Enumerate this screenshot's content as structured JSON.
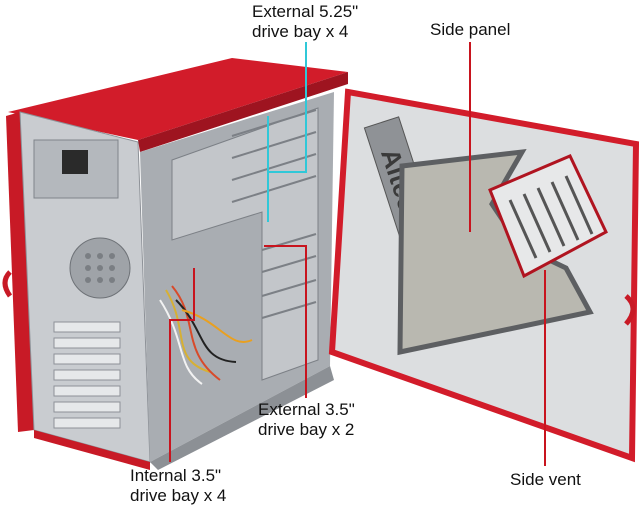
{
  "callouts": {
    "external_525": "External 5.25\"\ndrive bay x 4",
    "side_panel": "Side panel",
    "external_35": "External 3.5\"\ndrive bay x 2",
    "internal_35": "Internal 3.5\"\ndrive bay x 4",
    "side_vent": "Side vent"
  },
  "panel_logo_text": "Altec",
  "colors": {
    "case_red": "#d21c2a",
    "case_dark_red": "#9e1420",
    "chassis_silver": "#c9ccd0",
    "interior_gray": "#a9adb2",
    "window_tint": "#b9b8b0",
    "callout_line_cyan": "#30c8d8",
    "callout_line_red": "#c8141e",
    "label_text": "#111111"
  }
}
